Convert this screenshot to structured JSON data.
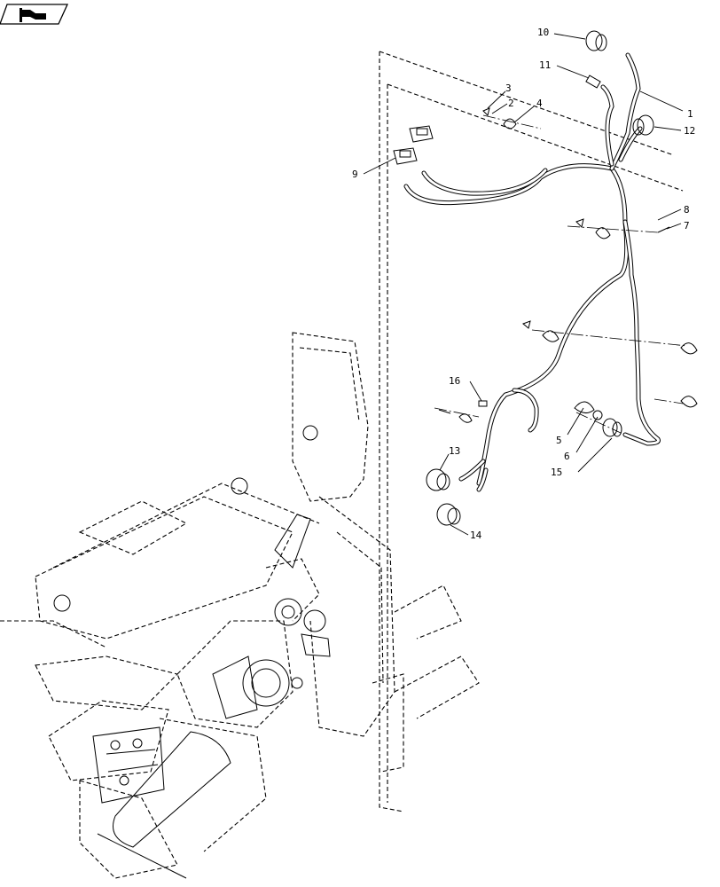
{
  "nav_icon": {
    "name": "page-nav-flag-icon"
  },
  "callouts": {
    "c1": "1",
    "c2": "2",
    "c3": "3",
    "c4": "4",
    "c5": "5",
    "c6": "6",
    "c7": "7",
    "c8": "8",
    "c9": "9",
    "c10": "10",
    "c11": "11",
    "c12": "12",
    "c13": "13",
    "c14": "14",
    "c15": "15",
    "c16": "16"
  }
}
